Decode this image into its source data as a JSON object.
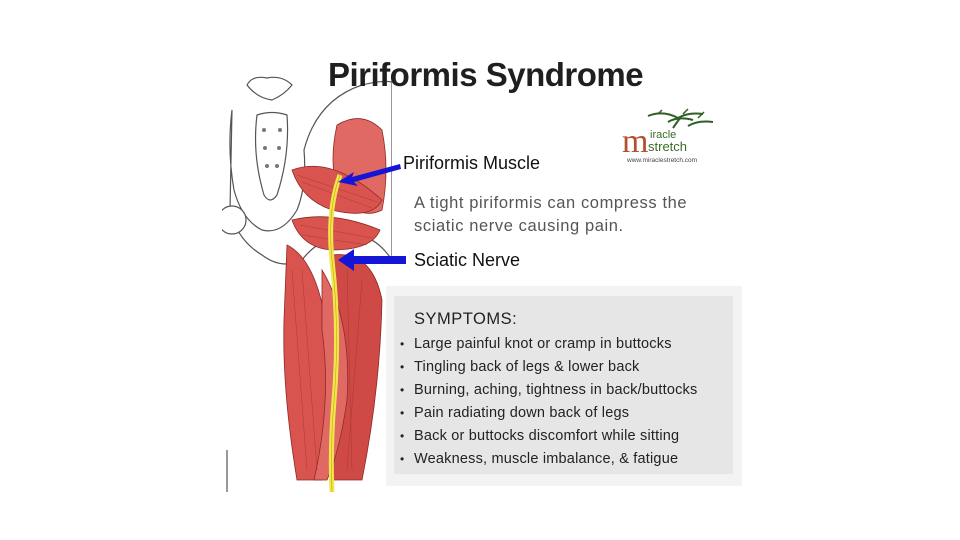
{
  "title": "Piriformis Syndrome",
  "labels": {
    "piriformis_muscle": "Piriformis Muscle",
    "sciatic_nerve": "Sciatic Nerve"
  },
  "description": {
    "line1": "A tight piriformis can compress the",
    "line2": "sciatic nerve causing pain."
  },
  "logo": {
    "name_line1": "iracle",
    "name_line2": "stretch",
    "letter": "m",
    "url": "www.miraclestretch.com",
    "colors": {
      "m": "#b5502f",
      "text": "#3d6b2a",
      "tree": "#2f5f24"
    }
  },
  "symptoms": {
    "heading": "SYMPTOMS:",
    "items": [
      "Large painful knot or cramp in buttocks",
      "Tingling back of legs & lower back",
      "Burning, aching, tightness in back/buttocks",
      "Pain radiating down back of legs",
      "Back or buttocks discomfort while sitting",
      "Weakness, muscle imbalance, & fatigue"
    ]
  },
  "colors": {
    "muscle": "#d9534f",
    "muscle_dark": "#a3322e",
    "nerve": "#f2e64a",
    "arrow": "#1515d6",
    "bone": "#ffffff"
  }
}
